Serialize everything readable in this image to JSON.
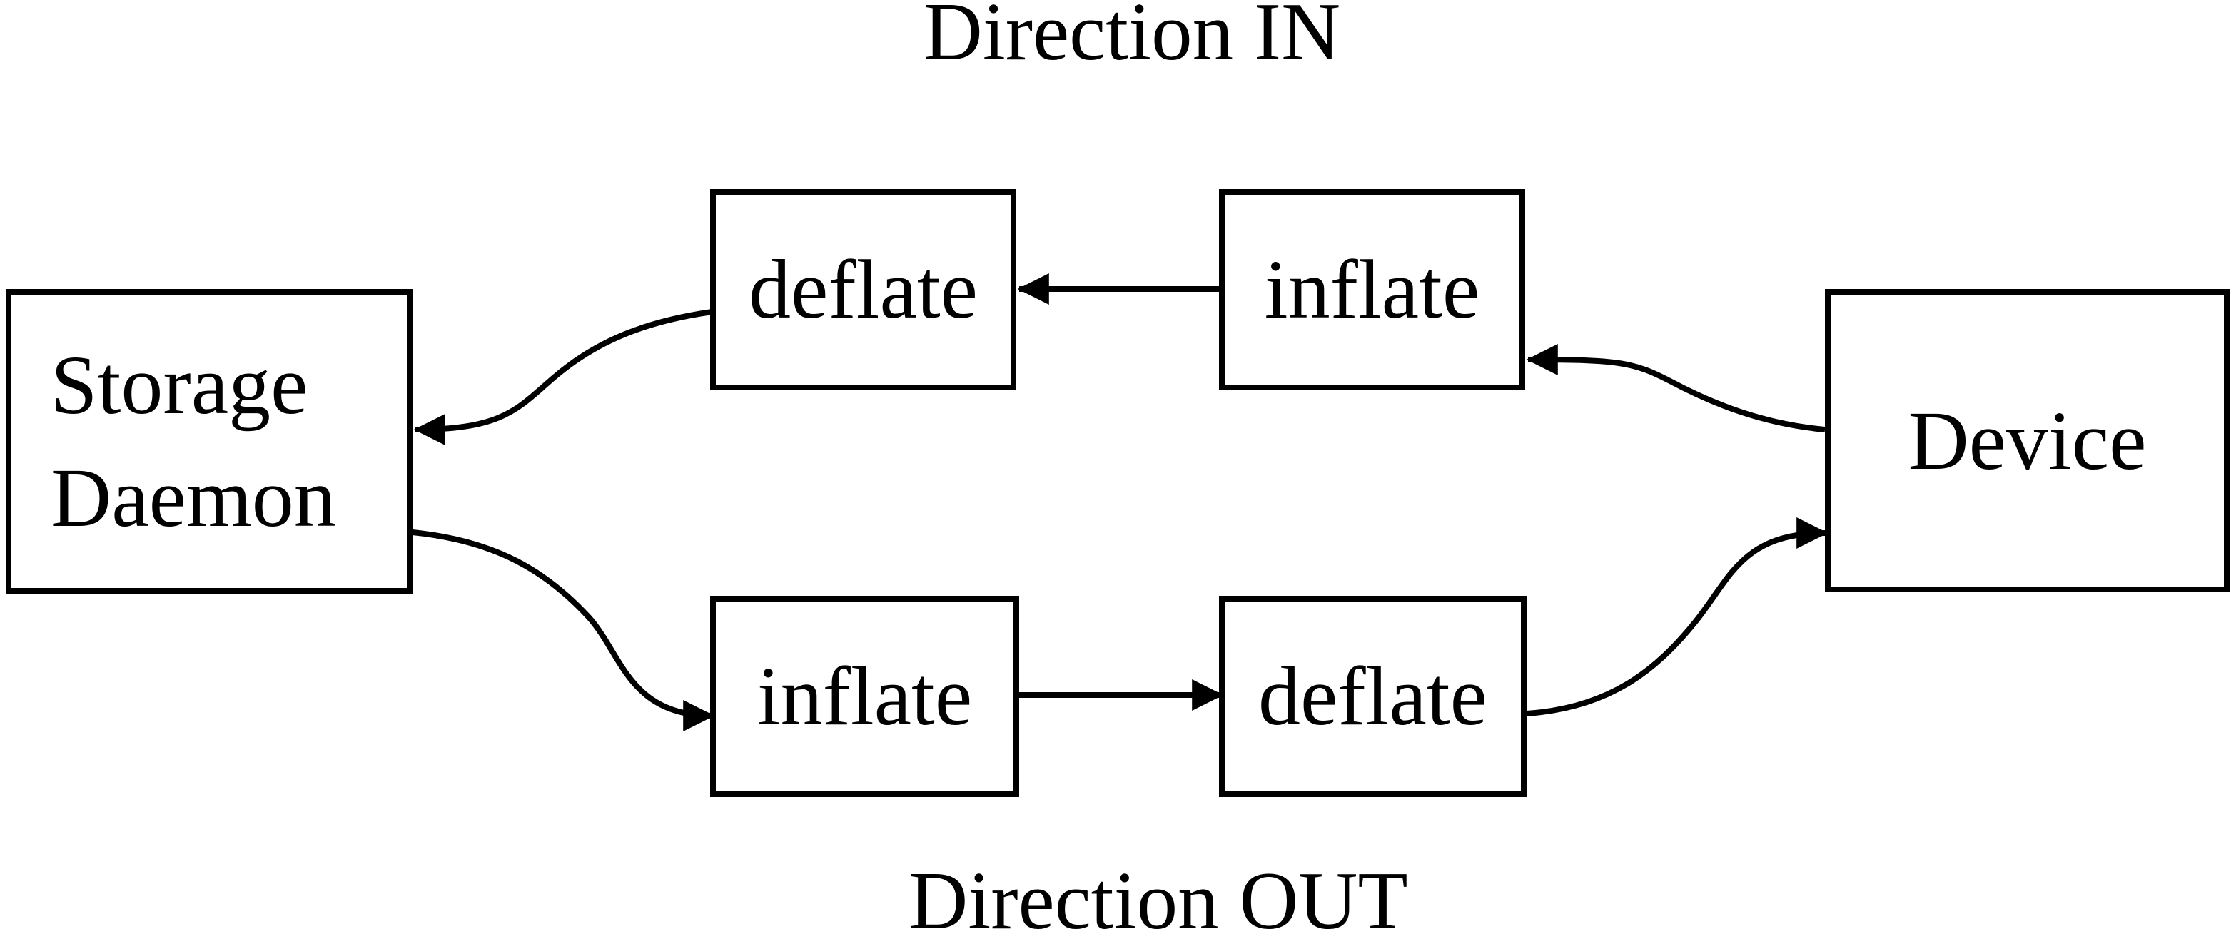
{
  "diagram": {
    "titles": {
      "top": "Direction IN",
      "bottom": "Direction OUT"
    },
    "nodes": {
      "storage": {
        "id": "storage-daemon",
        "lines": [
          "Storage",
          "Daemon"
        ]
      },
      "deflate_in": {
        "id": "deflate-in",
        "label": "deflate"
      },
      "inflate_in": {
        "id": "inflate-in",
        "label": "inflate"
      },
      "inflate_out": {
        "id": "inflate-out",
        "label": "inflate"
      },
      "deflate_out": {
        "id": "deflate-out",
        "label": "deflate"
      },
      "device": {
        "id": "device",
        "label": "Device"
      }
    },
    "edges": [
      {
        "from": "device",
        "to": "inflate-in",
        "direction": "IN"
      },
      {
        "from": "inflate-in",
        "to": "deflate-in",
        "direction": "IN"
      },
      {
        "from": "deflate-in",
        "to": "storage-daemon",
        "direction": "IN"
      },
      {
        "from": "storage-daemon",
        "to": "inflate-out",
        "direction": "OUT"
      },
      {
        "from": "inflate-out",
        "to": "deflate-out",
        "direction": "OUT"
      },
      {
        "from": "deflate-out",
        "to": "device",
        "direction": "OUT"
      }
    ],
    "colors": {
      "line": "#000000",
      "background": "#ffffff"
    }
  }
}
